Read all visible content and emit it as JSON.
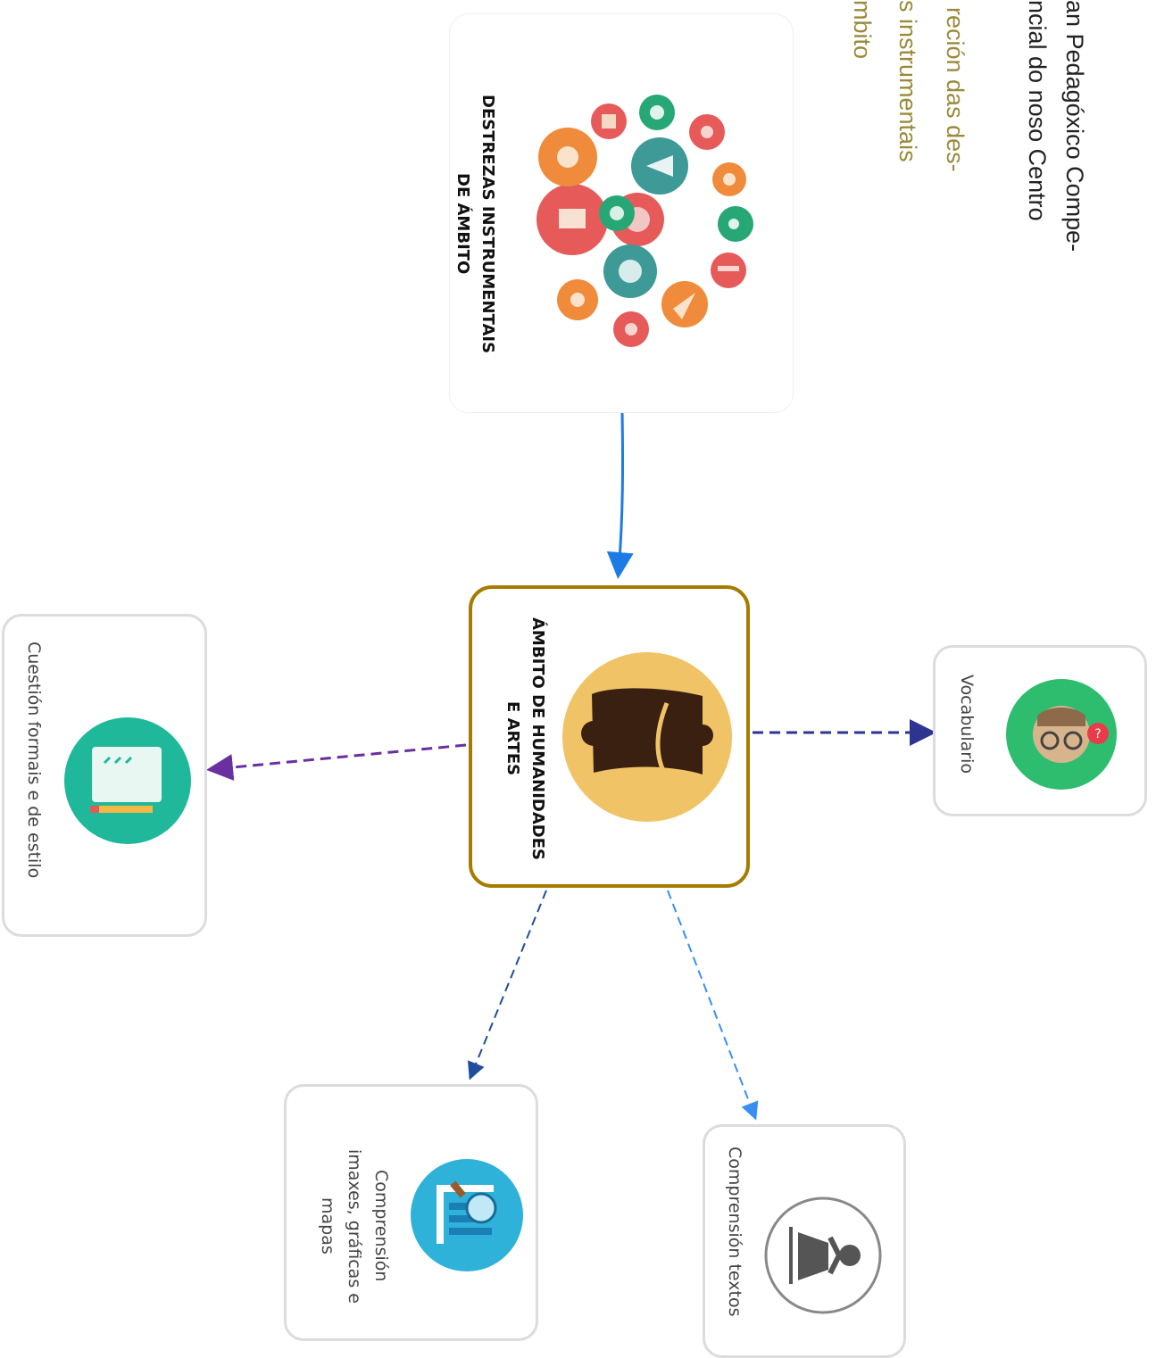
{
  "intro": {
    "line1": "an Pedagóxico Compe-",
    "line2": "ncial do noso Centro",
    "line3": "reción das des-",
    "line4": "s instrumentais",
    "line5": "mbito"
  },
  "top_node": {
    "title_line1": "DESTREZAS INSTRUMENTAIS",
    "title_line2": "DE ÁMBITO",
    "icon": "subject-icons-cluster"
  },
  "center_node": {
    "title_line1": "ÁMBITO DE HUMANIDADES",
    "title_line2": "E ARTES",
    "icon": "scroll-quill-icon"
  },
  "leaves": {
    "vocabulario": {
      "label": "Vocabulario",
      "icon": "person-question-icon"
    },
    "cuestions": {
      "label": "Cuestión formais e de estilo",
      "icon": "document-pencil-icon"
    },
    "imaxes": {
      "label_line1": "Comprensión",
      "label_line2": "imaxes, gráficas e",
      "label_line3": "mapas",
      "icon": "chart-magnifier-icon"
    },
    "textos": {
      "label": "Comprensión textos",
      "icon": "reading-person-icon"
    }
  },
  "colors": {
    "center_border": "#a67c00",
    "link_top": "#1e7be6",
    "link_vocabulario": "#2c3590",
    "link_cuestions": "#6a2fa0",
    "link_imaxes": "#1f4f9c",
    "link_textos": "#3a8ef0"
  }
}
